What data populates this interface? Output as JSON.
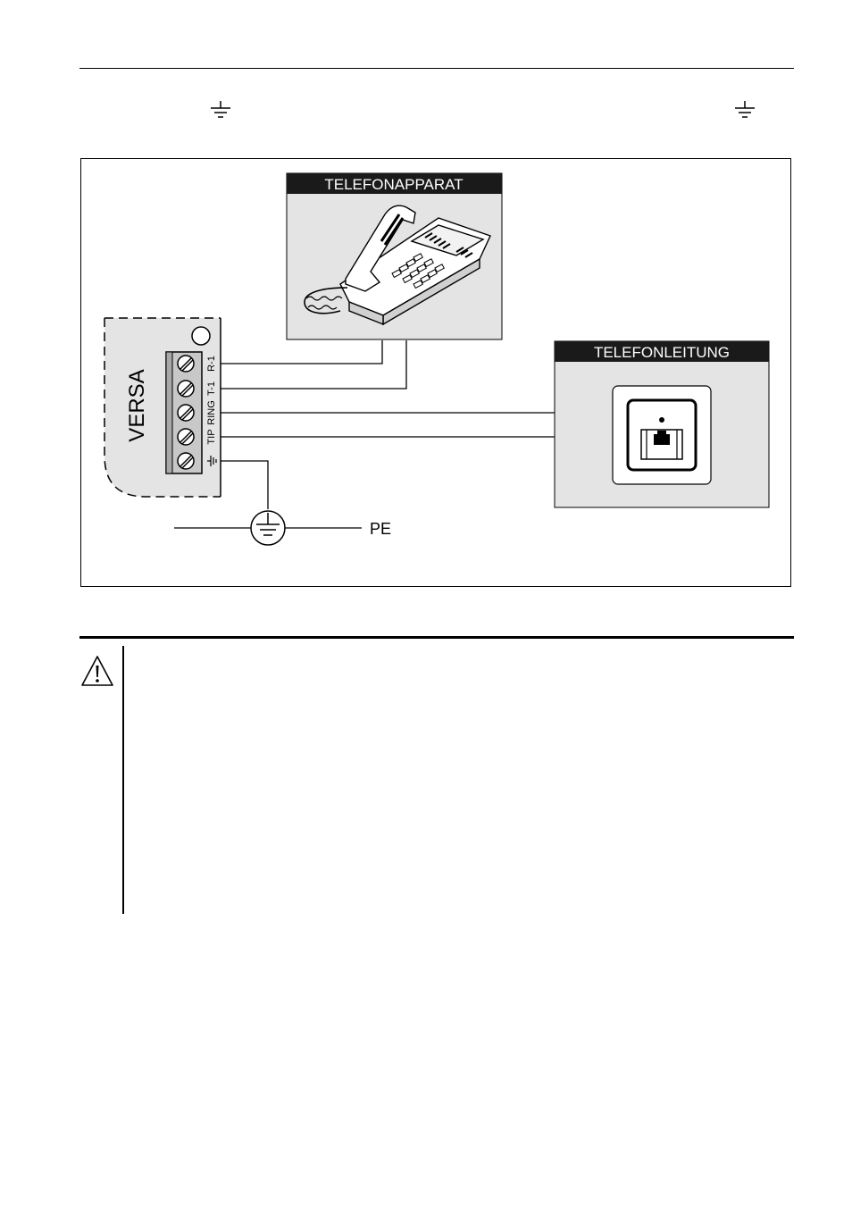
{
  "diagram": {
    "phone_label": "TELEFONAPPARAT",
    "line_label": "TELEFONLEITUNG",
    "module_label": "VERSA",
    "terminals": [
      "R-1",
      "T-1",
      "RING",
      "TIP"
    ],
    "pe_label": "PE"
  },
  "colors": {
    "panel_gray": "#e4e4e4",
    "header_dark": "#1a1a1a",
    "terminal_gray": "#c8c8c8"
  },
  "icons": [
    "ground-icon",
    "warning-triangle-icon",
    "telephone-icon",
    "phone-socket-icon"
  ]
}
